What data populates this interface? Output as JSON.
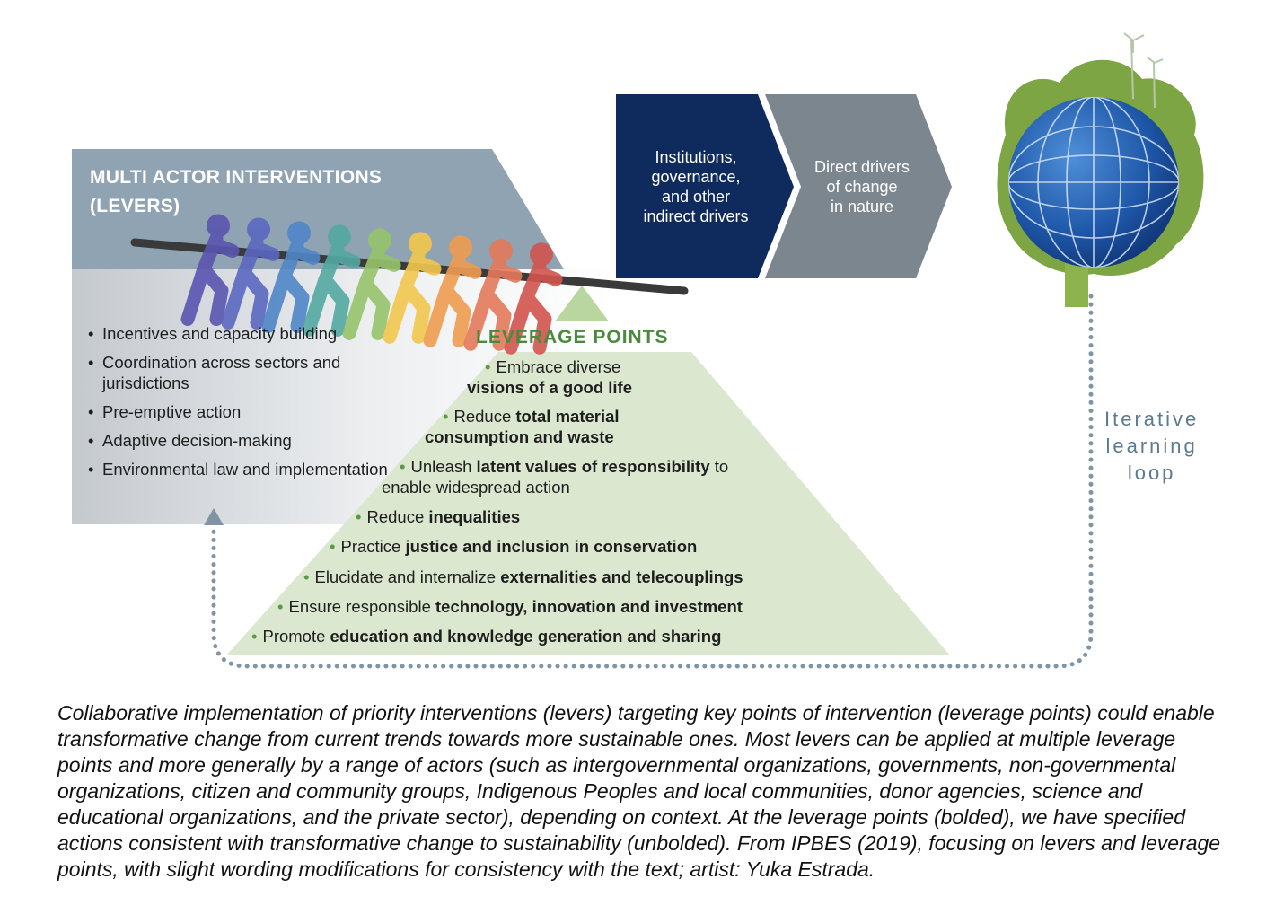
{
  "levers": {
    "title_line1": "MULTI ACTOR INTERVENTIONS",
    "title_line2": "(LEVERS)",
    "items": [
      "Incentives and capacity building",
      "Coordination across sectors and jurisdictions",
      "Pre-emptive action",
      "Adaptive decision-making",
      "Environmental law and implementation"
    ]
  },
  "drivers": {
    "indirect": [
      "Institutions,",
      "governance,",
      "and other",
      "indirect drivers"
    ],
    "direct": [
      "Direct drivers",
      "of change",
      "in nature"
    ]
  },
  "leverage_points": {
    "title": "LEVERAGE POINTS",
    "items": [
      {
        "pre": "Embrace diverse",
        "bold": "visions of a good life",
        "post": ""
      },
      {
        "pre": "Reduce",
        "bold": "total material consumption and waste",
        "post": ""
      },
      {
        "pre": "Unleash",
        "bold": "latent values of responsibility",
        "post": "to enable widespread action"
      },
      {
        "pre": "Reduce",
        "bold": "inequalities",
        "post": ""
      },
      {
        "pre": "Practice",
        "bold": "justice and inclusion in conservation",
        "post": ""
      },
      {
        "pre": "Elucidate and internalize",
        "bold": "externalities and telecouplings",
        "post": ""
      },
      {
        "pre": "Ensure responsible",
        "bold": "technology, innovation and investment",
        "post": ""
      },
      {
        "pre": "Promote",
        "bold": "education and knowledge generation and sharing",
        "post": ""
      }
    ]
  },
  "loop_label": [
    "Iterative",
    "learning",
    "loop"
  ],
  "caption": "Collaborative implementation of priority interventions (levers) targeting key points of intervention (leverage points) could enable transformative change from current trends towards more sustainable ones. Most levers can be applied at multiple leverage points and more generally by a range of actors (such as intergovernmental organizations, governments, non-governmental organizations, citizen and community groups, Indigenous Peoples and local communities, donor agencies, science and educational organizations, and the private sector), depending on context. At the leverage points (bolded), we have specified actions consistent with transformative change to sustainability (unbolded). From IPBES (2019), focusing on levers and leverage points, with slight wording modifications for consistency with the text; artist: Yuka Estrada.",
  "colors": {
    "lever_header": "#8fa3b3",
    "indirect_box": "#0f2a5c",
    "direct_box": "#7b868f",
    "pyramid": "#dbe8cf",
    "leverage_title": "#4b8a3c",
    "loop": "#7f94a4",
    "figures": [
      "#5a55b0",
      "#5b68c0",
      "#4f86c8",
      "#54a8a2",
      "#96c46b",
      "#f2c74d",
      "#ef9c50",
      "#e4795a",
      "#d2544e"
    ]
  }
}
